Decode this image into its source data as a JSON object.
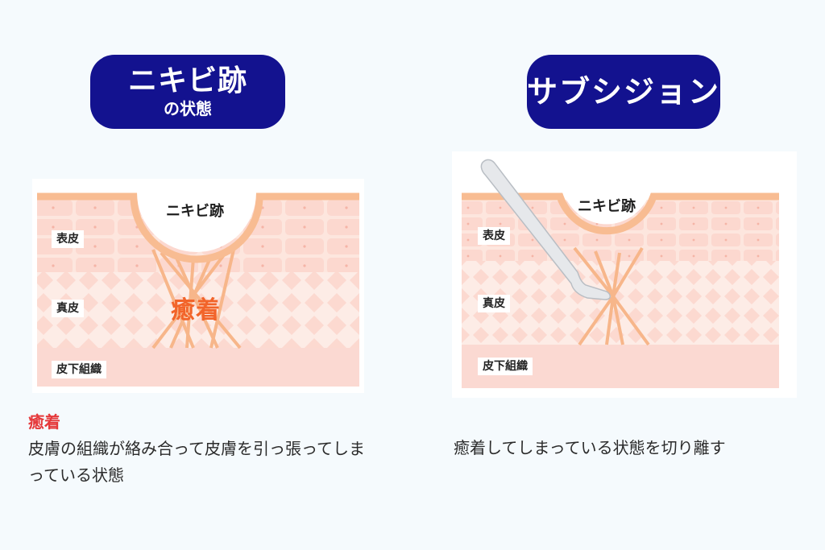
{
  "colors": {
    "background": "#f5fafd",
    "badge": "#13128f",
    "badge_text": "#ffffff",
    "skin_surface": "#f8bc92",
    "epidermis": "#fcded6",
    "dermis": "#fde4dc",
    "subcutaneous": "#fbd9d2",
    "fibers": "#f7b68a",
    "adhesion_text": "#f2642a",
    "term_red": "#e5393b",
    "tool": "#e6e8eb"
  },
  "left": {
    "badge": {
      "title": "ニキビ跡",
      "subtitle": "の状態"
    },
    "diagram": {
      "scar_label": "ニキビ跡",
      "adhesion_label": "癒着",
      "layers": [
        {
          "name": "epidermis",
          "label": "表皮"
        },
        {
          "name": "dermis",
          "label": "真皮"
        },
        {
          "name": "subcutaneous",
          "label": "皮下組織"
        }
      ]
    },
    "description": {
      "term": "癒着",
      "text": "皮膚の組織が絡み合って皮膚を引っ張ってしまっている状態"
    }
  },
  "right": {
    "badge": {
      "title": "サブシジョン"
    },
    "diagram": {
      "scar_label": "ニキビ跡",
      "tool": "subcision-needle",
      "layers": [
        {
          "name": "epidermis",
          "label": "表皮"
        },
        {
          "name": "dermis",
          "label": "真皮"
        },
        {
          "name": "subcutaneous",
          "label": "皮下組織"
        }
      ]
    },
    "description": {
      "text": "癒着してしまっている状態を切り離す"
    }
  }
}
